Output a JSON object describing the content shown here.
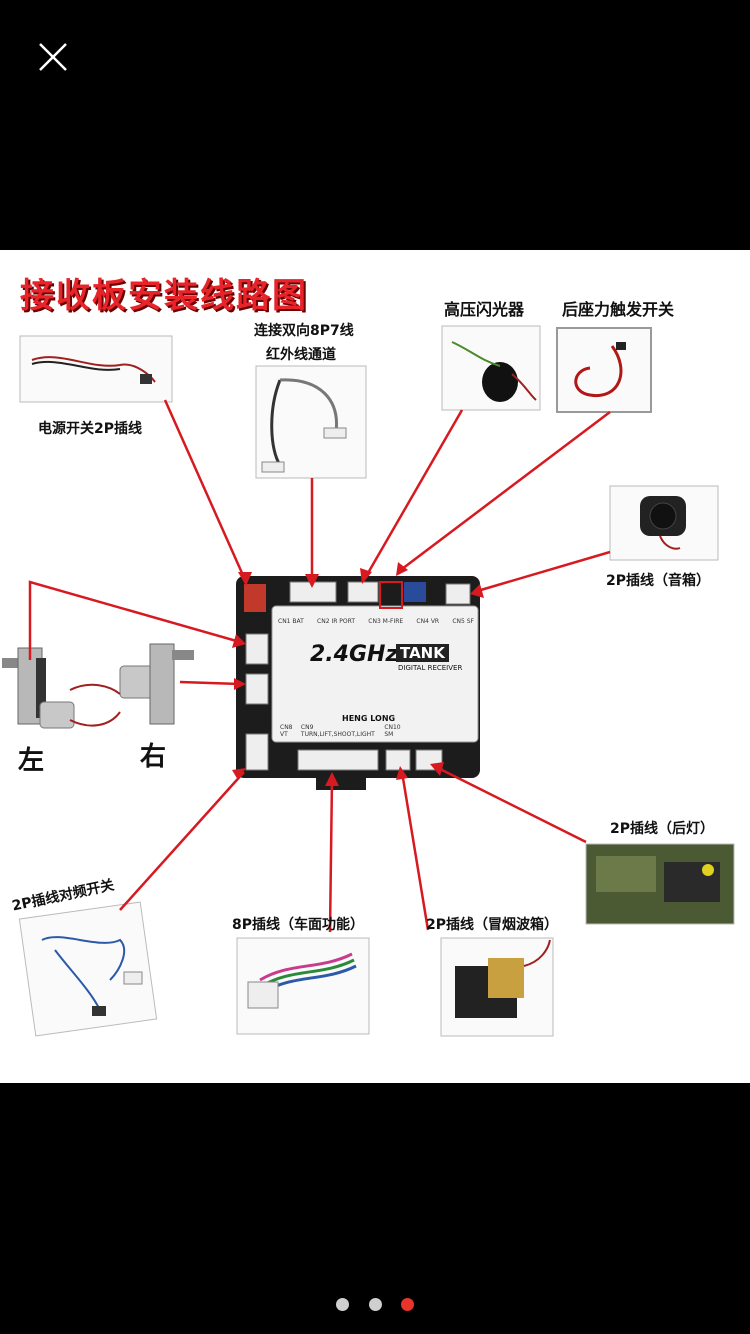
{
  "viewer": {
    "close_icon": "close-icon",
    "page_dots": [
      {
        "color": "#cfcfcf",
        "active": false
      },
      {
        "color": "#cfcfcf",
        "active": false
      },
      {
        "color": "#e8342a",
        "active": true
      }
    ]
  },
  "diagram": {
    "title": "接收板安装线路图",
    "title_color": "#e8242a",
    "arrow_color": "#d71920",
    "labels": {
      "power_switch": "电源开关2P插线",
      "ir_line1": "连接双向8P7线",
      "ir_line2": "红外线通道",
      "flash": "高压闪光器",
      "recoil": "后座力触发开关",
      "speaker": "2P插线（音箱）",
      "left": "左",
      "right": "右",
      "pairing": "2P插线对频开关",
      "turret": "8P插线（车面功能）",
      "smoke": "2P插线（冒烟波箱）",
      "taillight": "2P插线（后灯）"
    },
    "board": {
      "brand": "2.4GHz",
      "model": "TANK",
      "subtitle": "DIGITAL RECEIVER",
      "maker": "HENG LONG",
      "ports_top": [
        "CN1 BAT",
        "CN2 IR PORT",
        "CN3 M-FIRE",
        "CN4 VR",
        "CN5 SF"
      ],
      "ports_bottom": [
        "CN8 VT",
        "CN9 TURN,LIFT,SHOOT,LIGHT",
        "CN10 SM"
      ]
    }
  }
}
